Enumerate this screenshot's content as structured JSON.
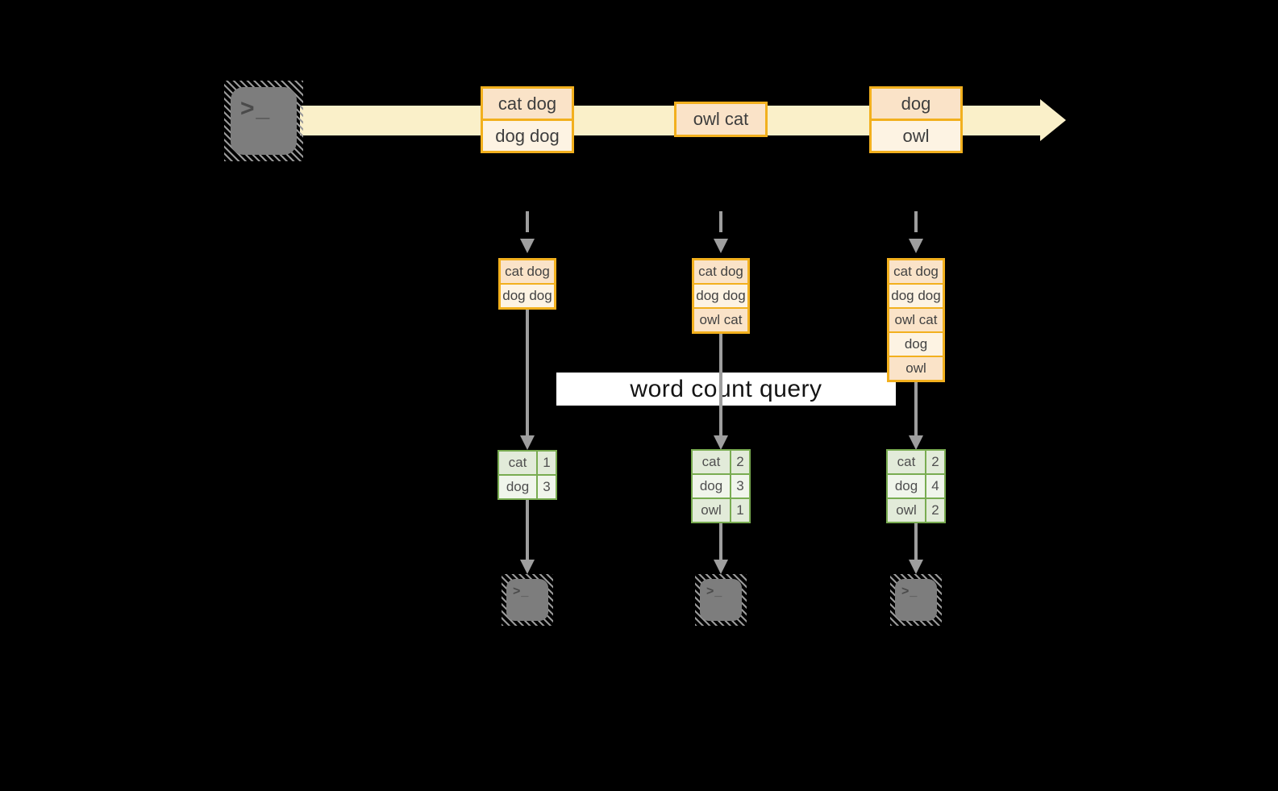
{
  "terminal": {
    "prompt": ">_"
  },
  "stream": {
    "events": [
      {
        "rows": [
          "cat dog",
          "dog dog"
        ]
      },
      {
        "rows": [
          "owl cat"
        ]
      },
      {
        "rows": [
          "dog",
          "owl"
        ]
      }
    ]
  },
  "query_label": "word count query",
  "columns": [
    {
      "snapshot_rows": [
        "cat dog",
        "dog dog"
      ],
      "counts": [
        {
          "word": "cat",
          "count": "1"
        },
        {
          "word": "dog",
          "count": "3"
        }
      ]
    },
    {
      "snapshot_rows": [
        "cat dog",
        "dog dog",
        "owl cat"
      ],
      "counts": [
        {
          "word": "cat",
          "count": "2"
        },
        {
          "word": "dog",
          "count": "3"
        },
        {
          "word": "owl",
          "count": "1"
        }
      ]
    },
    {
      "snapshot_rows": [
        "cat dog",
        "dog dog",
        "owl cat",
        "dog",
        "owl"
      ],
      "counts": [
        {
          "word": "cat",
          "count": "2"
        },
        {
          "word": "dog",
          "count": "4"
        },
        {
          "word": "owl",
          "count": "2"
        }
      ]
    }
  ],
  "colors": {
    "background": "#000000",
    "stream_band": "#FAF0C9",
    "event_border": "#F2B01E",
    "event_fill_peach": "#FAE3C8",
    "event_fill_cream": "#FDF3E3",
    "table_border": "#79AC51",
    "table_fill_green": "#E2EBD9",
    "table_fill_pale": "#F0F5EB",
    "arrow_gray": "#9E9E9E",
    "terminal_gray": "#7D7D7D",
    "label_bg": "#FFFFFF"
  }
}
